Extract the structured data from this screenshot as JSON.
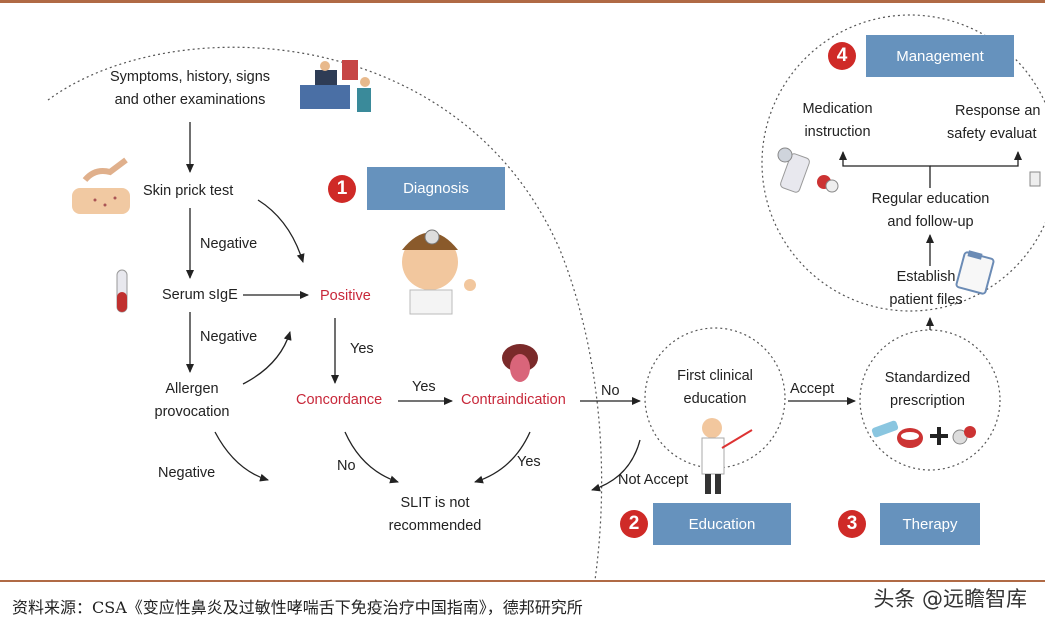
{
  "diagnosis": {
    "title": "Diagnosis",
    "number": "1",
    "symptoms_line1": "Symptoms, history, signs",
    "symptoms_line2": "and other examinations",
    "skin_prick": "Skin prick test",
    "negative_1": "Negative",
    "serum": "Serum sIgE",
    "negative_2": "Negative",
    "allergen_line1": "Allergen",
    "allergen_line2": "provocation",
    "negative_3": "Negative",
    "positive": "Positive",
    "yes_1": "Yes",
    "concordance": "Concordance",
    "yes_2": "Yes",
    "contraindication": "Contraindication",
    "no_1": "No",
    "yes_3": "Yes",
    "slit_line1": "SLIT is not",
    "slit_line2": "recommended",
    "no_2": "No"
  },
  "education": {
    "title": "Education",
    "number": "2",
    "first_line1": "First clinical",
    "first_line2": "education",
    "not_accept": "Not Accept",
    "accept": "Accept"
  },
  "therapy": {
    "title": "Therapy",
    "number": "3",
    "std_line1": "Standardized",
    "std_line2": "prescription"
  },
  "management": {
    "title": "Management",
    "number": "4",
    "med_line1": "Medication",
    "med_line2": "instruction",
    "resp_line1": "Response an",
    "resp_line2": "safety evaluat",
    "regular_line1": "Regular education",
    "regular_line2": "and follow-up",
    "establish_line1": "Establish",
    "establish_line2": "patient files"
  },
  "footer": {
    "source": "资料来源：CSA《变应性鼻炎及过敏性哮喘舌下免疫治疗中国指南》，德邦研究所",
    "watermark": "头条 @远瞻智库"
  },
  "colors": {
    "accent_box": "#6692bd",
    "number_red": "#cf2a27",
    "text_red": "#c8283a",
    "rule": "#b06a45"
  },
  "icons": [
    "doctor-desk-icon",
    "hand-skin-test-icon",
    "test-tube-icon",
    "doctor-mirror-icon",
    "tongue-icon",
    "doctor-pointer-icon",
    "spray-tablets-icon",
    "clipboard-icon",
    "pills-icon"
  ]
}
